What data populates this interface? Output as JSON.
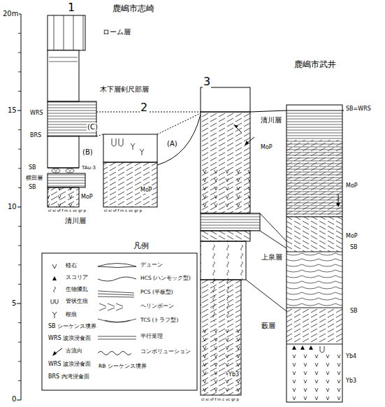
{
  "diagram": {
    "labels": [
      "20m",
      "15",
      "10",
      "5",
      "0",
      "1",
      "鹿嶋市志崎",
      "ローム層",
      "木下層剣尺部層",
      "WRS",
      "(C)",
      "BRS",
      "2",
      "(A)",
      "(B)",
      "TAu-3",
      "SB",
      "横田層",
      "SB",
      "MoP",
      "cl si vf f m c vc gr p",
      "MoP",
      "cl si vf f m c vc gr p",
      "清川層",
      "3",
      "清川層",
      "MoP",
      "上泉層",
      "藪層",
      "Yb3",
      "cl si vf f m c vc gr p",
      "鹿嶋市武井",
      "SB=WRS",
      "MoP",
      "MoP",
      "SB",
      "SB",
      "Yb4",
      "Yb3",
      "凡例"
    ],
    "legend": [
      {
        "text": "軽石"
      },
      {
        "text": "スコリア"
      },
      {
        "text": "生物擾乱"
      },
      {
        "text": "管状生痕"
      },
      {
        "text": "根痕"
      },
      {
        "text": "SB シーケンス境界"
      },
      {
        "text": "WRS 波浪浸食面"
      },
      {
        "text": "古流向"
      },
      {
        "text": "WRS 波浪浸食面"
      },
      {
        "text": "BRS 内湾浸食面"
      },
      {
        "text": "デューン"
      },
      {
        "text": "HCS (ハンモック型)"
      },
      {
        "text": "PCS (平板型)"
      },
      {
        "text": "ヘリンボーン"
      },
      {
        "text": "TCS (トラフ型)"
      },
      {
        "text": "平行葉理"
      },
      {
        "text": "コンボリューション"
      },
      {
        "text": "RB シーケンス境界"
      }
    ]
  }
}
